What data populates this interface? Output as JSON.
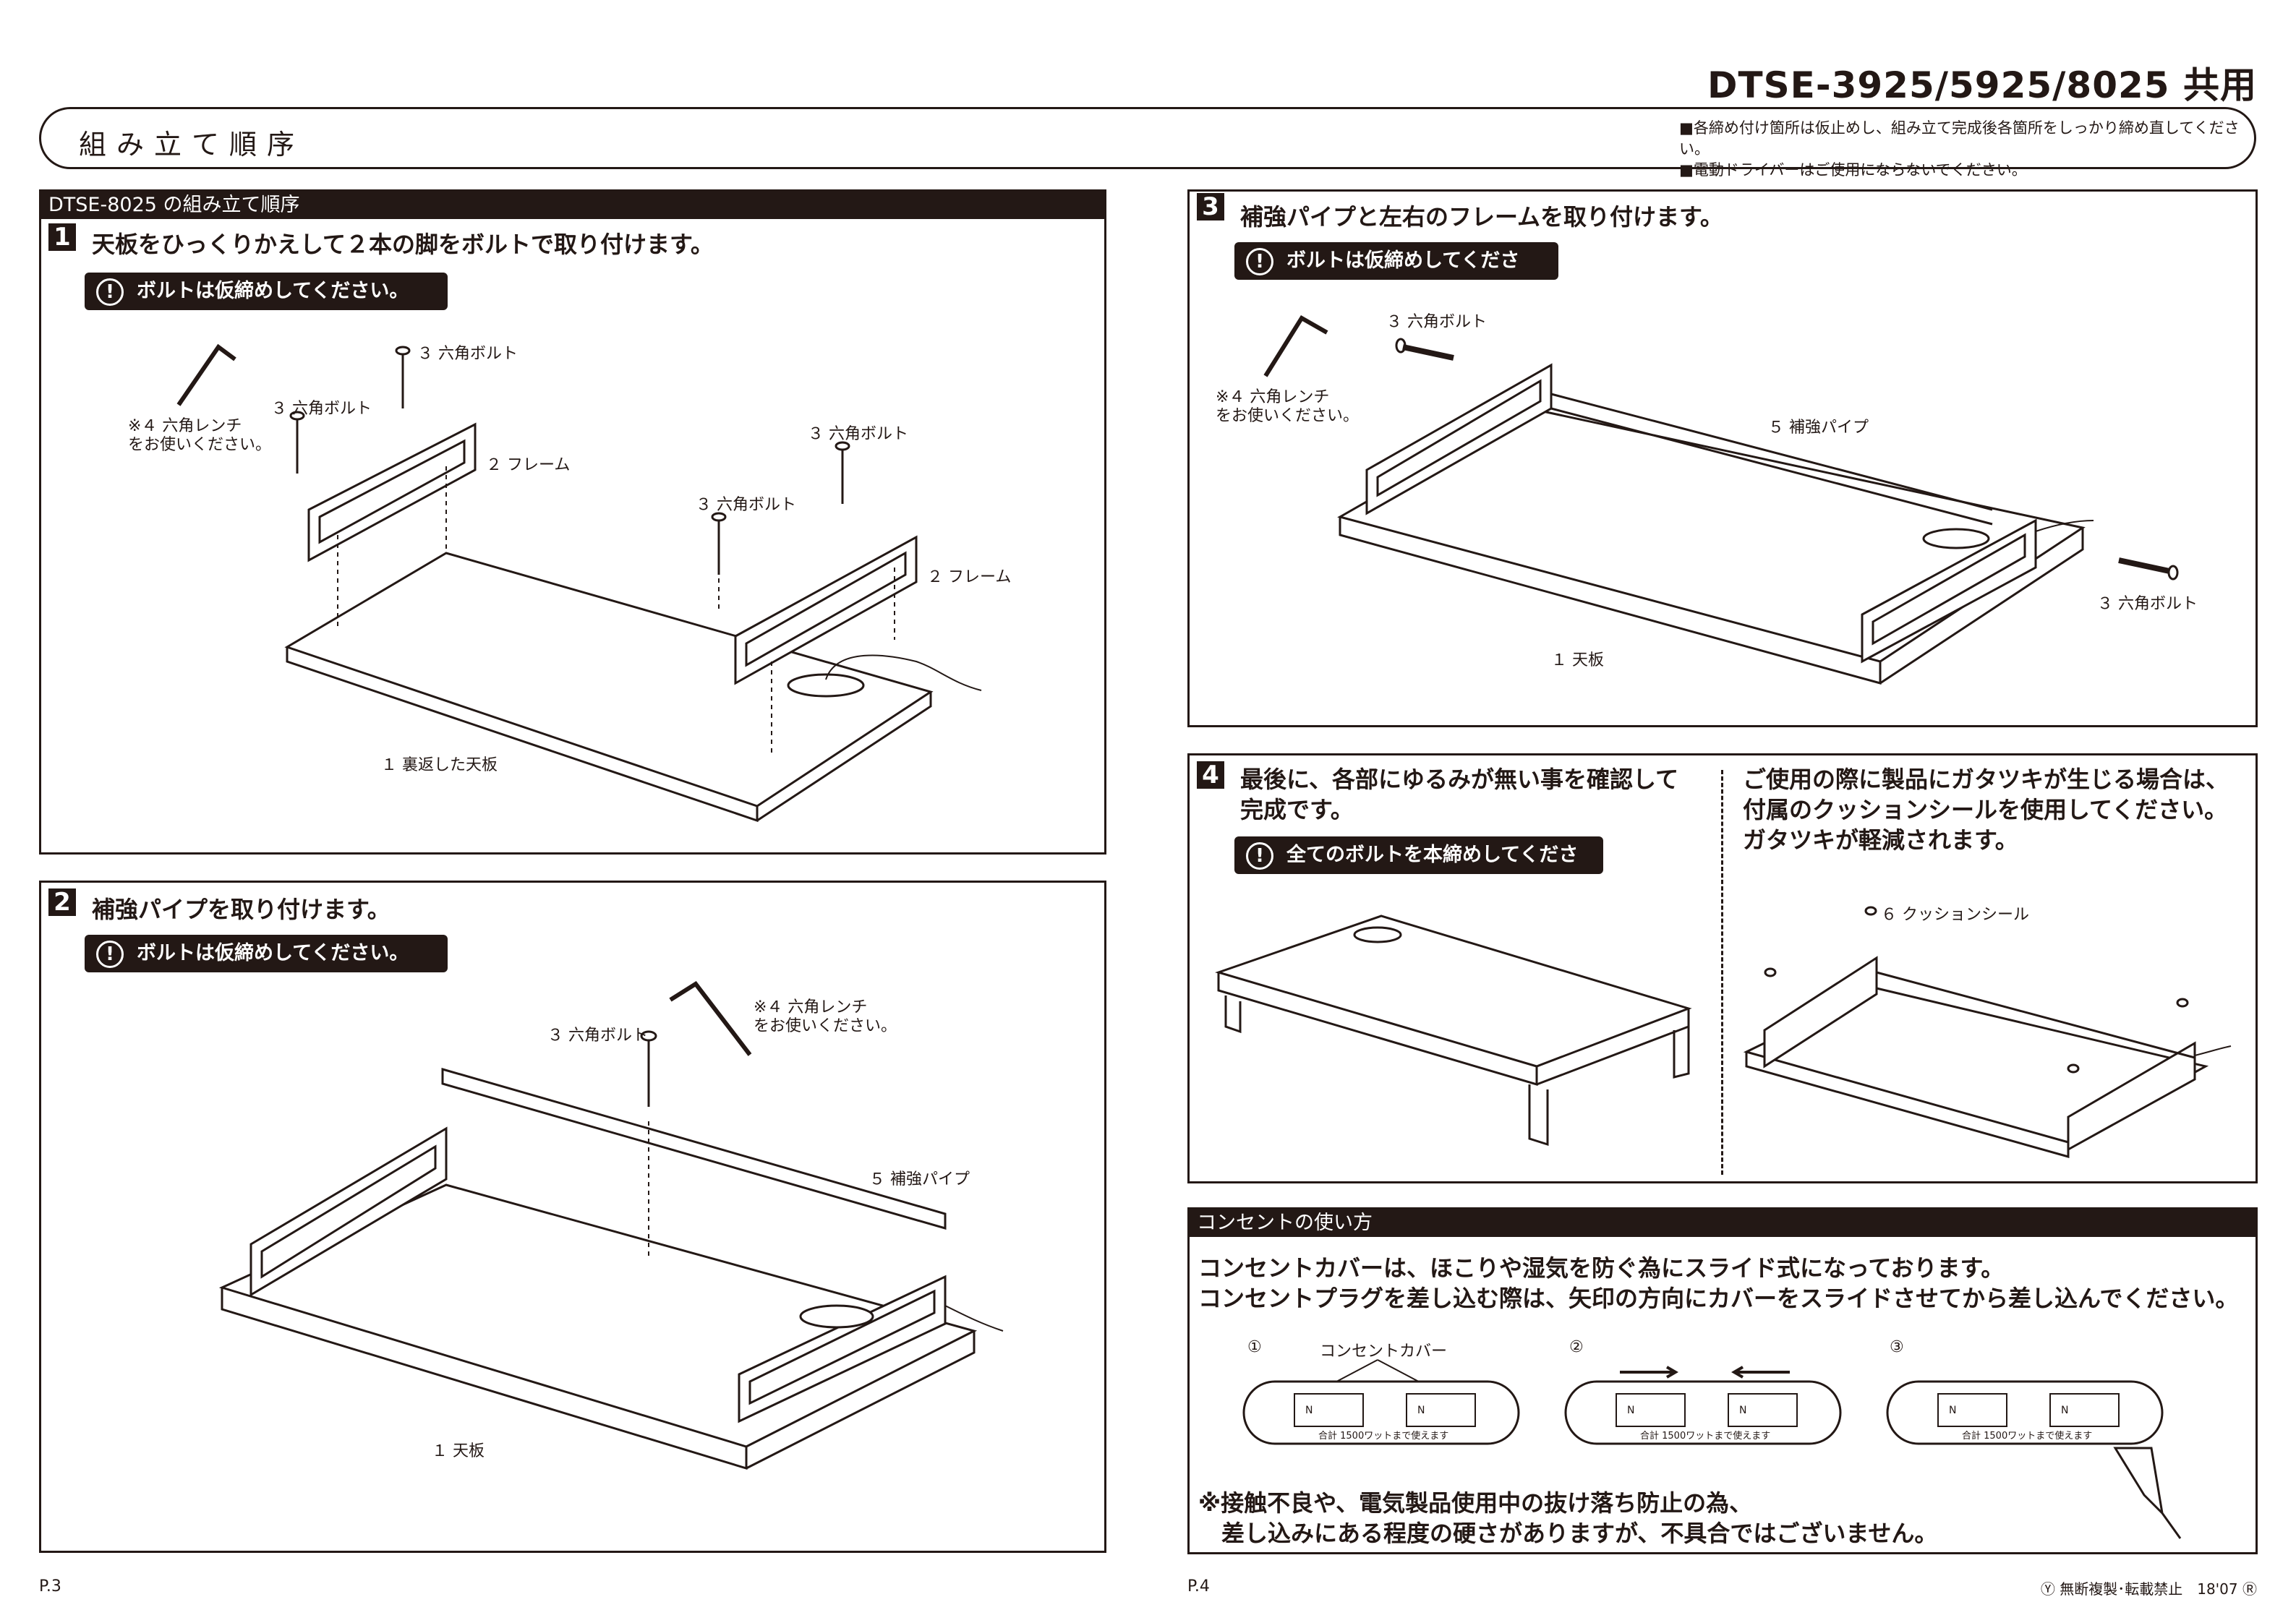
{
  "header": {
    "model": "DTSE-3925/5925/8025 共用",
    "title": "組み立て順序",
    "notes": [
      "■各締め付け箇所は仮止めし、組み立て完成後各箇所をしっかり締め直してください。",
      "■電動ドライバーはご使用にならないでください。"
    ]
  },
  "panel1": {
    "header": "DTSE-8025 の組み立て順序",
    "num": "1",
    "title": "天板をひっくりかえして２本の脚をボルトで取り付けます。",
    "callout": "ボルトは仮締めしてください。",
    "labels": {
      "bolt_a": "３ 六角ボルト",
      "bolt_b": "３ 六角ボルト",
      "bolt_c": "３ 六角ボルト",
      "bolt_d": "３ 六角ボルト",
      "wrench": "※４ 六角レンチ\nをお使いください。",
      "frame_a": "２ フレーム",
      "frame_b": "２ フレーム",
      "top": "１ 裏返した天板"
    }
  },
  "panel2": {
    "num": "2",
    "title": "補強パイプを取り付けます。",
    "callout": "ボルトは仮締めしてください。",
    "labels": {
      "bolt": "３ 六角ボルト",
      "wrench": "※４ 六角レンチ\nをお使いください。",
      "pipe": "５ 補強パイプ",
      "top": "１ 天板"
    }
  },
  "panel3": {
    "num": "3",
    "title": "補強パイプと左右のフレームを取り付けます。",
    "callout": "ボルトは仮締めしてください。",
    "labels": {
      "bolt_a": "３ 六角ボルト",
      "bolt_b": "３ 六角ボルト",
      "wrench": "※４ 六角レンチ\nをお使いください。",
      "pipe": "５ 補強パイプ",
      "top": "１ 天板"
    }
  },
  "panel4": {
    "num": "4",
    "title": "最後に、各部にゆるみが無い事を確認して\n完成です。",
    "callout": "全てのボルトを本締めしてください。",
    "note": "ご使用の際に製品にガタツキが生じる場合は、\n付属のクッションシールを使用してください。\nガタツキが軽減されます。",
    "cushion": "６ クッションシール"
  },
  "outlet": {
    "header": "コンセントの使い方",
    "desc": "コンセントカバーは、ほこりや湿気を防ぐ為にスライド式になっております。\nコンセントプラグを差し込む際は、矢印の方向にカバーをスライドさせてから差し込んでください。",
    "steps": [
      "①",
      "②",
      "③"
    ],
    "cover_label": "コンセントカバー",
    "capacity": "合計 1500ワットまで使えます",
    "socket_mark": "N",
    "warning": "※接触不良や、電気製品使用中の抜け落ち防止の為、\n　差し込みにある程度の硬さがありますが、不具合ではございません。"
  },
  "footer": {
    "left_page": "P.3",
    "right_page": "P.4",
    "copyright": "無断複製･転載禁止　18'07",
    "copyright_mark": "Ⓨ",
    "registered_mark": "Ⓡ"
  },
  "colors": {
    "ink": "#231815",
    "background": "#ffffff"
  }
}
